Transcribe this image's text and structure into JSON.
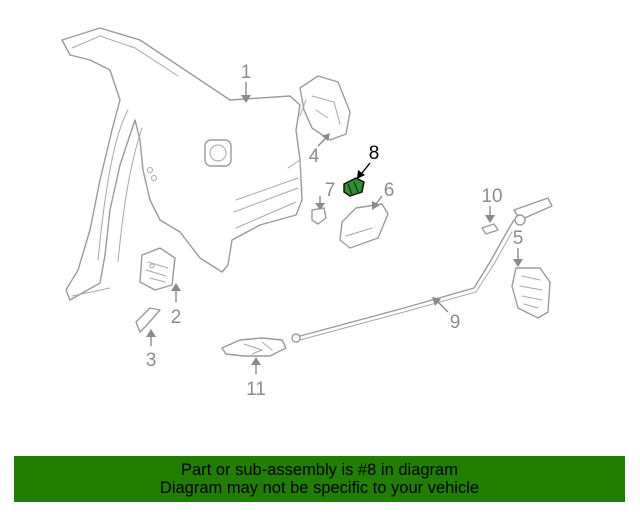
{
  "diagram": {
    "callouts": [
      {
        "label": "1",
        "active": false
      },
      {
        "label": "2",
        "active": false
      },
      {
        "label": "3",
        "active": false
      },
      {
        "label": "4",
        "active": false
      },
      {
        "label": "5",
        "active": false
      },
      {
        "label": "6",
        "active": false
      },
      {
        "label": "7",
        "active": false
      },
      {
        "label": "8",
        "active": true
      },
      {
        "label": "9",
        "active": false
      },
      {
        "label": "10",
        "active": false
      },
      {
        "label": "11",
        "active": false
      }
    ],
    "highlight_color": "#2f8f2f"
  },
  "banner": {
    "line1": "Part or sub-assembly is #8 in diagram",
    "line2": "Diagram may not be specific to your vehicle",
    "background": "#217e00"
  }
}
